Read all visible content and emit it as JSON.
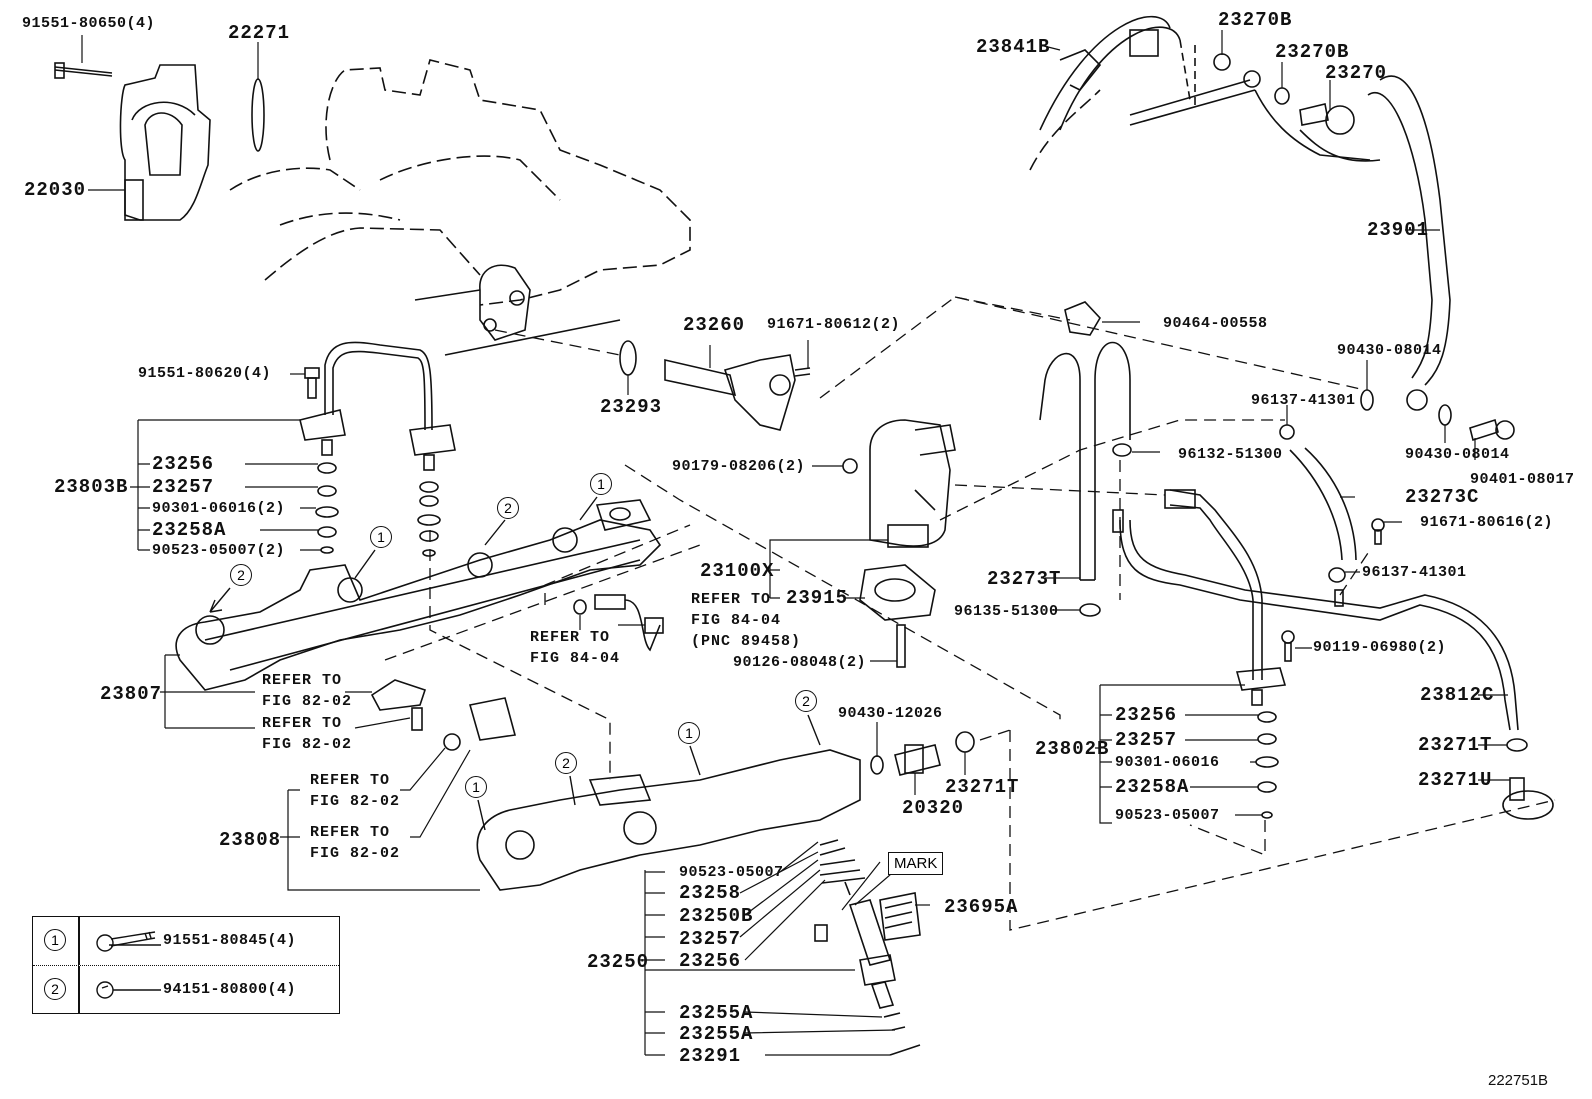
{
  "figure_id": "222751B",
  "mark_label": "MARK",
  "callout_numbers": [
    "1",
    "2"
  ],
  "legend": [
    {
      "num": "1",
      "part": "91551-80845(4)",
      "icon": "flange-bolt-icon"
    },
    {
      "num": "2",
      "part": "94151-80800(4)",
      "icon": "flange-nut-icon"
    }
  ],
  "labels": {
    "p91551_80650": "91551-80650(4)",
    "p22271": "22271",
    "p22030": "22030",
    "p91551_80620": "91551-80620(4)",
    "p23803B": "23803B",
    "p23803B_23256": "23256",
    "p23803B_23257": "23257",
    "p23803B_90301": "90301-06016(2)",
    "p23803B_23258A": "23258A",
    "p23803B_90523": "90523-05007(2)",
    "p23260": "23260",
    "p91671_80612": "91671-80612(2)",
    "p23293": "23293",
    "p90179_08206": "90179-08206(2)",
    "p23100X": "23100X",
    "p23915": "23915",
    "p90126_08048": "90126-08048(2)",
    "ref_fig_84_04_a": "REFER TO\nFIG 84-04",
    "ref_fig_84_04_b": "REFER TO\nFIG 84-04\n(PNC 89458)",
    "p23807": "23807",
    "ref_82_02_a": "REFER TO\nFIG 82-02",
    "ref_82_02_b": "REFER TO\nFIG 82-02",
    "p23808": "23808",
    "ref_82_02_c": "REFER TO\nFIG 82-02",
    "ref_82_02_d": "REFER TO\nFIG 82-02",
    "p90430_12026": "90430-12026",
    "p20320": "20320",
    "p23271T_a": "23271T",
    "p23250": "23250",
    "p23250_90523": "90523-05007",
    "p23250_23258": "23258",
    "p23250_23250B": "23250B",
    "p23250_23257": "23257",
    "p23250_23256": "23256",
    "p23250_23255A_a": "23255A",
    "p23250_23255A_b": "23255A",
    "p23250_23291": "23291",
    "p23695A": "23695A",
    "p23841B": "23841B",
    "p23270B_a": "23270B",
    "p23270B_b": "23270B",
    "p23270": "23270",
    "p23901": "23901",
    "p90464_00558": "90464-00558",
    "p90430_08014_a": "90430-08014",
    "p96137_41301_a": "96137-41301",
    "p90430_08014_b": "90430-08014",
    "p90401_08017": "90401-08017",
    "p96132_51300": "96132-51300",
    "p23273C": "23273C",
    "p91671_80616": "91671-80616(2)",
    "p23273T": "23273T",
    "p96137_41301_b": "96137-41301",
    "p96135_51300": "96135-51300",
    "p90119_06980": "90119-06980(2)",
    "p23802B": "23802B",
    "p23802B_23256": "23256",
    "p23802B_23257": "23257",
    "p23802B_90301": "90301-06016",
    "p23802B_23258A": "23258A",
    "p23802B_90523": "90523-05007",
    "p23812C": "23812C",
    "p23271T_b": "23271T",
    "p23271U": "23271U"
  }
}
